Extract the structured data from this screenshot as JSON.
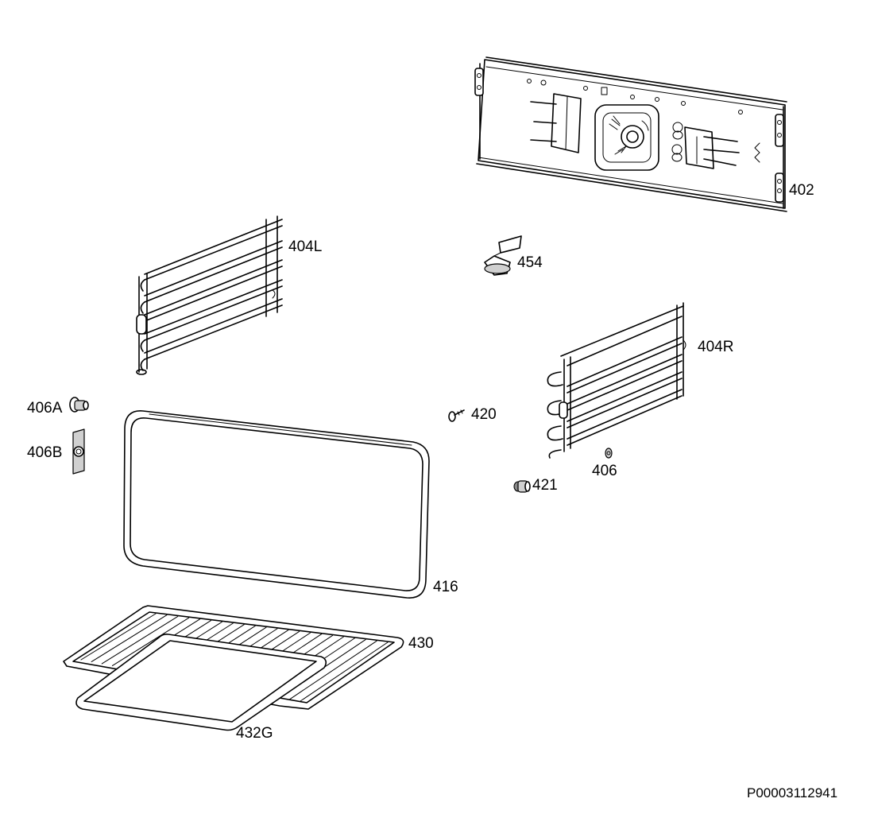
{
  "diagram": {
    "document_id": "P00003112941",
    "parts": [
      {
        "id": "402",
        "label": "402"
      },
      {
        "id": "404L",
        "label": "404L"
      },
      {
        "id": "454",
        "label": "454"
      },
      {
        "id": "404R",
        "label": "404R"
      },
      {
        "id": "406A",
        "label": "406A"
      },
      {
        "id": "406B",
        "label": "406B"
      },
      {
        "id": "420",
        "label": "420"
      },
      {
        "id": "406",
        "label": "406"
      },
      {
        "id": "421",
        "label": "421"
      },
      {
        "id": "416",
        "label": "416"
      },
      {
        "id": "430",
        "label": "430"
      },
      {
        "id": "432G",
        "label": "432G"
      }
    ]
  }
}
